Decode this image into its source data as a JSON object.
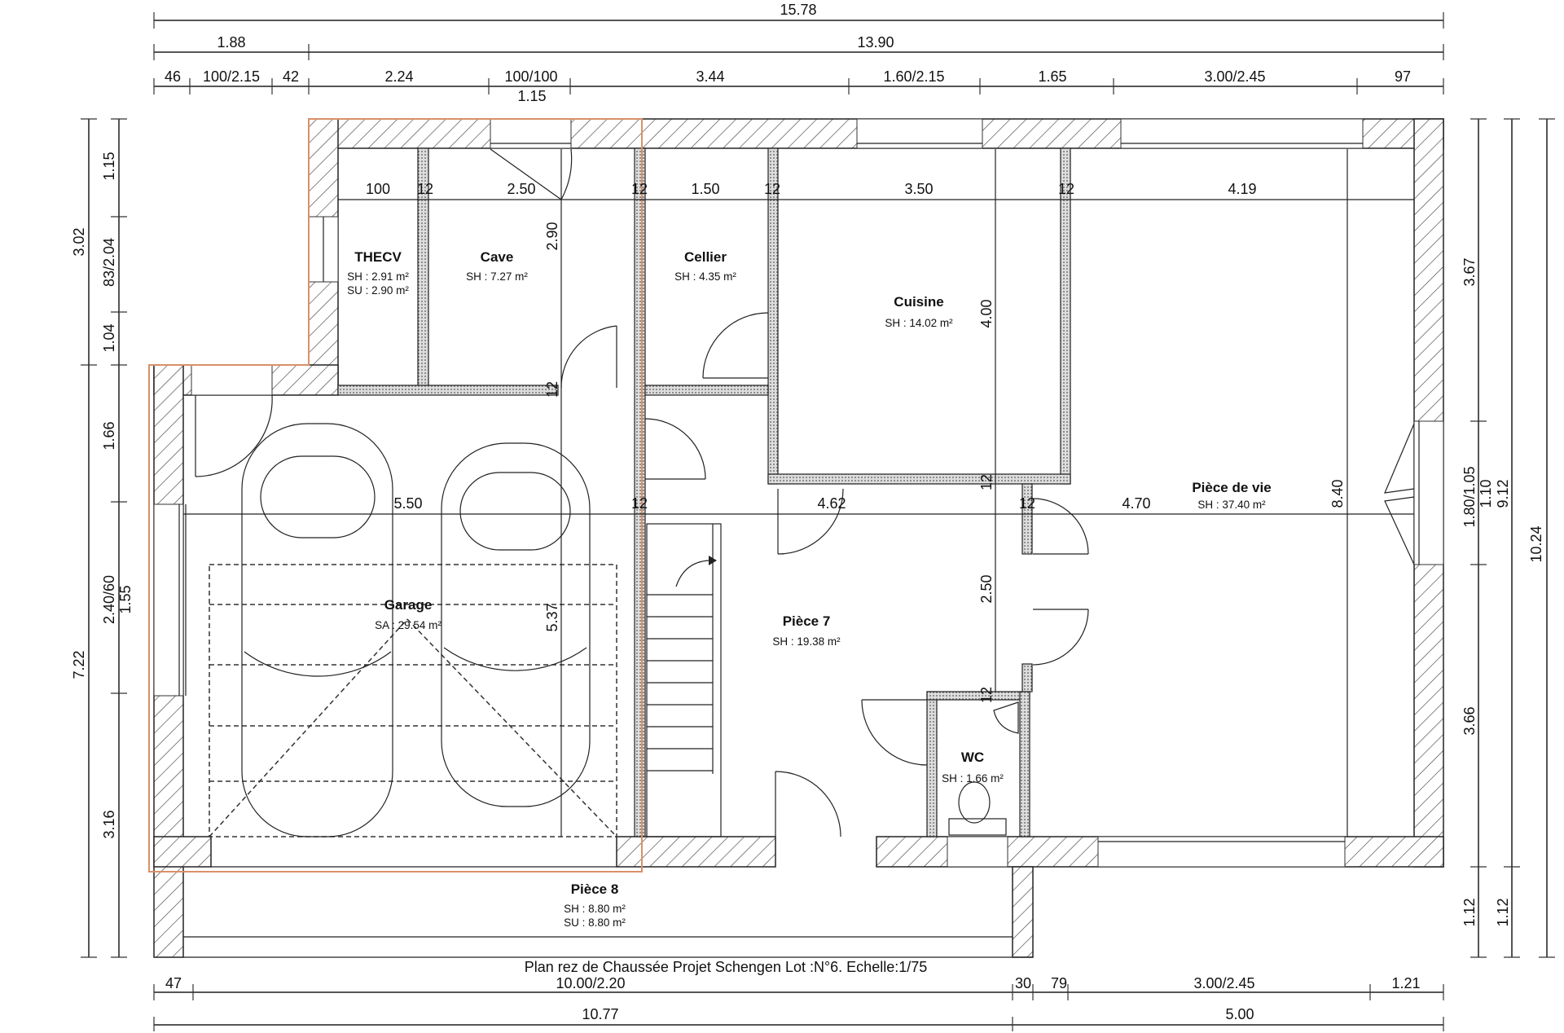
{
  "title": "Plan rez de Chaussée Projet Schengen Lot :N°6. Echelle:1/75",
  "colors": {
    "selection_outline": "#d9906a",
    "walls": "#222222"
  },
  "dims_top": {
    "total": "15.78",
    "row2": [
      "1.88",
      "13.90"
    ],
    "row3": [
      "46",
      "100/2.15",
      "42",
      "2.24",
      "100/100",
      "3.44",
      "1.60/2.15",
      "1.65",
      "3.00/2.45",
      "97"
    ],
    "sub": "1.15"
  },
  "dims_left": {
    "outer": [
      "3.02",
      "7.22"
    ],
    "inner": [
      "1.15",
      "83/2.04",
      "1.04",
      "1.66",
      "2.40/60",
      "1.55",
      "3.16"
    ]
  },
  "dims_right": {
    "inner": [
      "3.67",
      "1.80/1.05",
      "1.10",
      "3.66",
      "1.12"
    ],
    "mid": [
      "9.12",
      "1.12"
    ],
    "outer": "10.24"
  },
  "dims_bottom": {
    "row1": [
      "47",
      "10.00/2.20",
      "30",
      "79",
      "3.00/2.45",
      "1.21"
    ],
    "row2": [
      "10.77",
      "5.00"
    ]
  },
  "dims_interior": {
    "h1": [
      "100",
      "12",
      "2.50",
      "12",
      "1.50",
      "12",
      "3.50",
      "12",
      "4.19"
    ],
    "h2": [
      "5.50",
      "12",
      "4.62",
      "12",
      "4.70"
    ],
    "v1": [
      "2.90",
      "12",
      "5.37"
    ],
    "v2": [
      "4.00",
      "12",
      "2.50",
      "12"
    ],
    "v3": [
      "8.40"
    ]
  },
  "rooms": {
    "thecv": {
      "name": "THECV",
      "sh": "SH : 2.91 m²",
      "su": "SU : 2.90 m²"
    },
    "cave": {
      "name": "Cave",
      "sh": "SH : 7.27 m²"
    },
    "cellier": {
      "name": "Cellier",
      "sh": "SH : 4.35 m²"
    },
    "cuisine": {
      "name": "Cuisine",
      "sh": "SH : 14.02 m²"
    },
    "piece_de_vie": {
      "name": "Pièce de vie",
      "sh": "SH : 37.40 m²"
    },
    "garage": {
      "name": "Garage",
      "sa": "SA : 29.54 m²"
    },
    "piece7": {
      "name": "Pièce 7",
      "sh": "SH : 19.38 m²"
    },
    "wc": {
      "name": "WC",
      "sh": "SH : 1.66 m²"
    },
    "piece8": {
      "name": "Pièce 8",
      "sh": "SH : 8.80 m²",
      "su": "SU : 8.80 m²"
    }
  }
}
